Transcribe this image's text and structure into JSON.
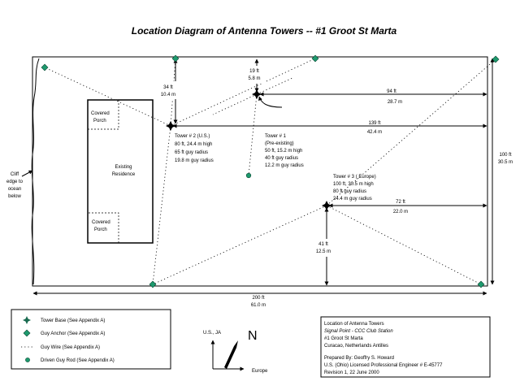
{
  "title": "Location Diagram of Antenna Towers -- #1 Groot St Marta",
  "residence": {
    "label": "Existing Residence",
    "label_lines": [
      "Existing",
      "Residence"
    ],
    "porch_top_lines": [
      "Covered",
      "Porch"
    ],
    "porch_bottom_lines": [
      "Covered",
      "Porch"
    ]
  },
  "cliff_note": [
    "Cliff",
    "edge to",
    "ocean",
    "below"
  ],
  "towers": {
    "us": {
      "name": "Tower # 2 (U.S.)",
      "lines": [
        "Tower # 2 (U.S.)",
        "80 ft, 24.4 m high",
        "65 ft guy radius",
        "19.8 m guy radius"
      ]
    },
    "existing": {
      "name": "Tower # 1 (Pre-existing)",
      "lines": [
        "Tower # 1",
        "(Pre-existing)",
        "50 ft, 15.2 m high",
        "40 ft guy radius",
        "12.2 m guy radius"
      ]
    },
    "europe": {
      "name": "Tower # 3 ( Europe)",
      "lines": [
        "Tower # 3 ( Europe)",
        "100 ft, 30.5 m high",
        "80 ft guy radius",
        "24.4 m guy radius"
      ]
    }
  },
  "dimensions": {
    "d_34": [
      "34 ft",
      "10.4 m"
    ],
    "d_19": [
      "19 ft",
      "5.8 m"
    ],
    "d_94": [
      "94 ft",
      "28.7 m"
    ],
    "d_139": [
      "139 ft",
      "42.4 m"
    ],
    "d_100": [
      "100 ft",
      "30.5 m"
    ],
    "d_72": [
      "72 ft",
      "22.0 m"
    ],
    "d_41": [
      "41 ft",
      "12.5 m"
    ],
    "d_200": [
      "200 ft",
      "61.0 m"
    ]
  },
  "legend": {
    "items": [
      {
        "label": "Tower Base (See Appendix A)",
        "symbol": "tower-base"
      },
      {
        "label": "Guy Anchor (See Appendix A)",
        "symbol": "guy-anchor"
      },
      {
        "label": "Guy Wire (See Appendix A)",
        "symbol": "guy-wire"
      },
      {
        "label": "Driven Guy Rod (See Appendix A)",
        "symbol": "driven-guy-rod"
      }
    ]
  },
  "compass": {
    "north": "N",
    "us_label": "U.S., JA",
    "europe_label": "Europe"
  },
  "info_block": {
    "lines": [
      "Location of Antenna Towers",
      "Signal Point - CCC Club  Station",
      "#1 Groot St Marta",
      "Curacao, Netherlands Antilles",
      "",
      "Prepared By: Geoffry S. Howard",
      "U.S. (Ohio) Licensed Professional Engineer # E-45777",
      "Revision 1, 22 June 2000"
    ]
  },
  "colors": {
    "anchor": "#1e9a6e",
    "line": "#000000",
    "background": "#ffffff"
  }
}
